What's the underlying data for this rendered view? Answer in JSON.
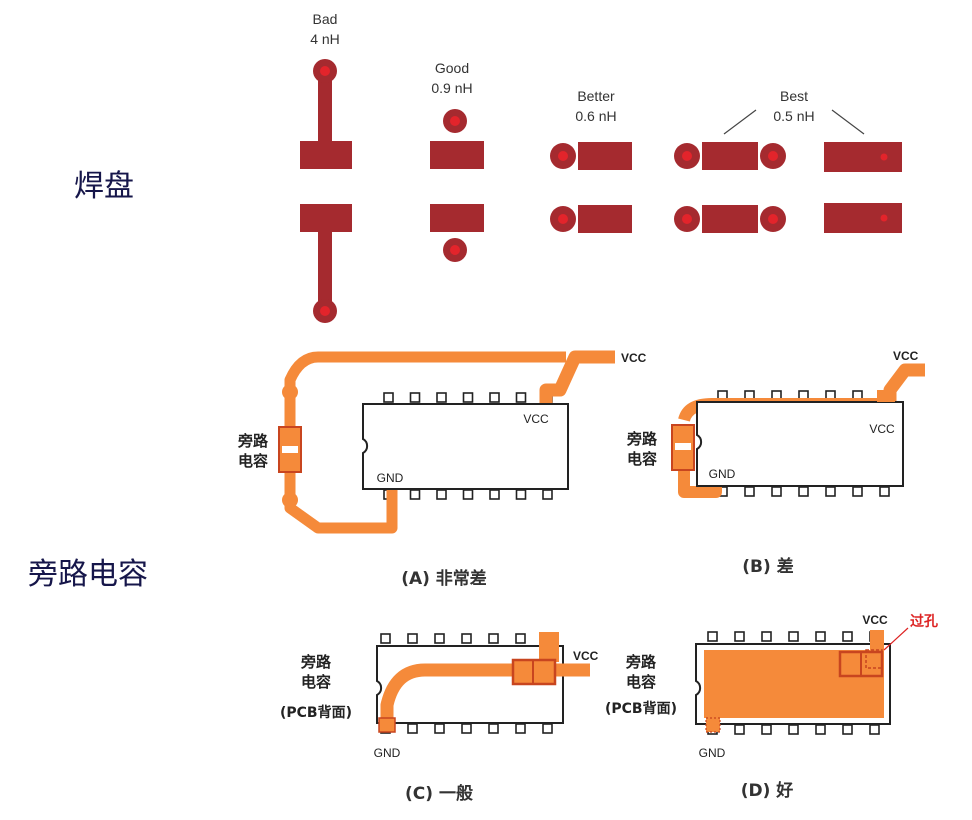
{
  "section_labels": {
    "pads": "焊盘",
    "bypass": "旁路电容"
  },
  "pad_groups": [
    {
      "quality": "Bad",
      "value": "4 nH"
    },
    {
      "quality": "Good",
      "value": "0.9 nH"
    },
    {
      "quality": "Better",
      "value": "0.6 nH"
    },
    {
      "quality": "Best",
      "value": "0.5 nH"
    }
  ],
  "panels": {
    "a": {
      "caption": "(A) 非常差",
      "vcc": "VCC",
      "chip_vcc": "VCC",
      "gnd": "GND",
      "cap_line1": "旁路",
      "cap_line2": "电容"
    },
    "b": {
      "caption": "(B) 差",
      "vcc": "VCC",
      "chip_vcc": "VCC",
      "gnd": "GND",
      "cap_line1": "旁路",
      "cap_line2": "电容"
    },
    "c": {
      "caption": "(C) 一般",
      "vcc": "VCC",
      "gnd": "GND",
      "cap_line1": "旁路",
      "cap_line2": "电容",
      "cap_line3": "(PCB背面)"
    },
    "d": {
      "caption": "(D) 好",
      "vcc": "VCC",
      "gnd": "GND",
      "cap_line1": "旁路",
      "cap_line2": "电容",
      "cap_line3": "(PCB背面)",
      "via": "过孔"
    }
  },
  "colors": {
    "pad": "#a52a2f",
    "pad_dot": "#e3242b",
    "trace": "#f58a3a",
    "trace_dark": "#c8451f",
    "chip_outline": "#222222"
  }
}
